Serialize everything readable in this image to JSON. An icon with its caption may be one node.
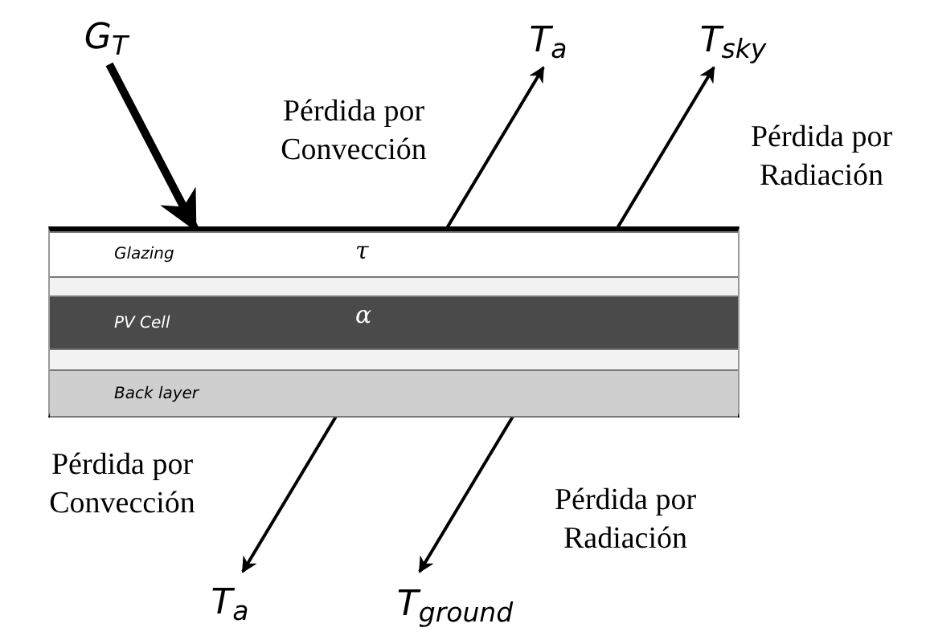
{
  "diagram": {
    "nodes": [
      {
        "text": [
          "G$_{T}$"
        ]
      },
      {
        "text": [
          "T$_{a}$"
        ]
      },
      {
        "text": [
          "T$_{sky}$"
        ]
      },
      {
        "text": [],
        "shape": "box"
      },
      {
        "text": [
          "Glazing",
          "τ"
        ],
        "in": 3
      },
      {
        "text": [
          "PV Cell",
          "α"
        ],
        "in": 3
      },
      {
        "text": [
          "Back layer"
        ],
        "in": 3
      },
      {
        "text": [
          "T$_{a}$"
        ]
      },
      {
        "text": [
          "T$_{ground}$"
        ]
      }
    ],
    "edges": [
      {
        "from": 0,
        "to": 3,
        "arrow": "to",
        "style": "thick"
      },
      {
        "from": 3,
        "to": 1,
        "arrow": "to",
        "label": "Pérdida por Convección"
      },
      {
        "from": 3,
        "to": 2,
        "arrow": "to",
        "label": "Pérdida por Radiación"
      },
      {
        "from": 3,
        "to": 7,
        "arrow": "to",
        "label": "Pérdida por Convección"
      },
      {
        "from": 3,
        "to": 8,
        "arrow": "to",
        "label": "Pérdida por Radiación"
      }
    ]
  }
}
